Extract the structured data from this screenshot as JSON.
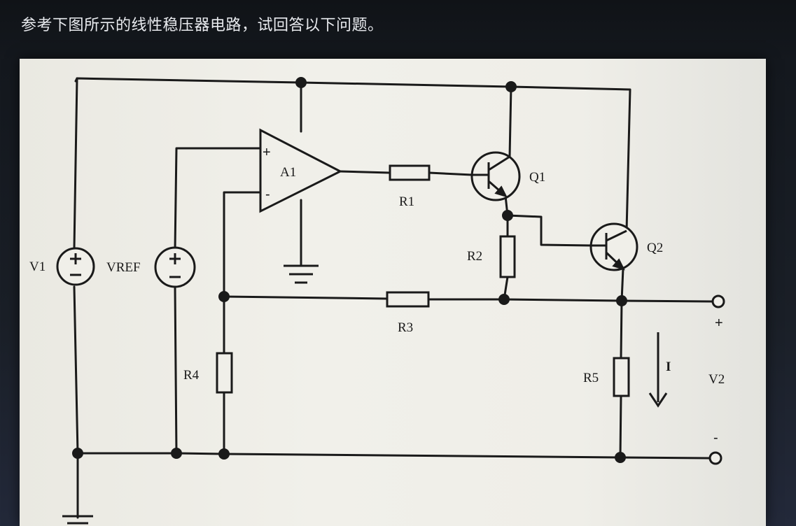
{
  "question": "参考下图所示的线性稳压器电路，试回答以下问题。",
  "diagram": {
    "components": {
      "v1": "V1",
      "vref": "VREF",
      "a1": "A1",
      "a1_plus": "+",
      "a1_minus": "-",
      "q1": "Q1",
      "q2": "Q2",
      "r1": "R1",
      "r2": "R2",
      "r3": "R3",
      "r4": "R4",
      "r5": "R5"
    },
    "current_label": "I",
    "output": {
      "label": "V2",
      "plus": "+",
      "minus": "-"
    }
  }
}
